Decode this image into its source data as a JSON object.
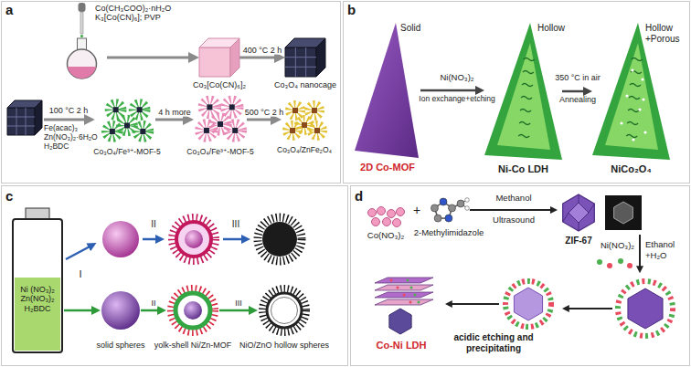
{
  "diagram": {
    "nodes": [
      {
        "text": [
          "Co(CH₃COO)₂·nH₂O K₃[Co(CN)₆]; PVP"
        ]
      },
      {
        "text": [
          "Co₃[Co(CN)₆]₂"
        ]
      },
      {
        "text": [
          "Co₃O₄ nanocage"
        ]
      },
      {
        "text": [
          "Co₃O₄/Fe³⁺-MOF-5"
        ]
      },
      {
        "text": [
          "Co₃O₄/Fe³⁺-MOF-5"
        ]
      },
      {
        "text": [
          "Co₃O₄/ZnFe₂O₄"
        ]
      },
      {
        "text": [
          "Solid",
          "2D Co-MOF"
        ]
      },
      {
        "text": [
          "Hollow",
          "Ni-Co LDH"
        ]
      },
      {
        "text": [
          "Hollow +Porous",
          "NiCo₂O₄"
        ]
      },
      {
        "text": [
          "Ni (NO₃)₂ Zn(NO₃)₂ H₂BDC"
        ]
      },
      {
        "text": [
          "solid spheres"
        ]
      },
      {
        "text": [
          "yolk-shell Ni/Zn-MOF"
        ]
      },
      {
        "text": [
          "NiO/ZnO hollow spheres"
        ]
      },
      {
        "text": [
          "Co(NO₃)₂"
        ]
      },
      {
        "text": [
          "2-Methylimidazole"
        ]
      },
      {
        "text": [
          "ZIF-67"
        ]
      },
      {
        "text": [
          "Co-Ni LDH"
        ]
      }
    ],
    "edges": [
      {
        "from": 0,
        "to": 1,
        "arrow": "to"
      },
      {
        "from": 1,
        "to": 2,
        "label": "400 °C 2 h",
        "arrow": "to"
      },
      {
        "from": 3,
        "to": 4,
        "label": "4 h more",
        "arrow": "to"
      },
      {
        "from": 4,
        "to": 5,
        "label": "500 °C 2 h",
        "arrow": "to"
      },
      {
        "from": 6,
        "to": 7,
        "arrow": "to"
      },
      {
        "from": 7,
        "to": 8,
        "arrow": "to"
      },
      {
        "from": 9,
        "to": 10,
        "arrow": "to"
      },
      {
        "from": 10,
        "to": 11,
        "label": "II",
        "arrow": "to"
      },
      {
        "from": 11,
        "to": 12,
        "label": "III",
        "arrow": "to"
      },
      {
        "from": 14,
        "to": 15,
        "arrow": "to"
      }
    ],
    "labels": [
      "a",
      "100 °C 2 h",
      "Fe(acac)₃",
      "Zn(NO₃)₂·6H₂O",
      "H₂BDC",
      "b",
      "Ni(NO₃)₂",
      "Ion exchange+etching",
      "350 °C in air",
      "Annealing",
      "c",
      "I",
      "II",
      "III",
      "d",
      "+",
      "Methanol",
      "Ultrasound",
      "Ni(NO₃)₂",
      "Ethanol",
      "+H₂O",
      "acidic etching and precipitating"
    ]
  }
}
